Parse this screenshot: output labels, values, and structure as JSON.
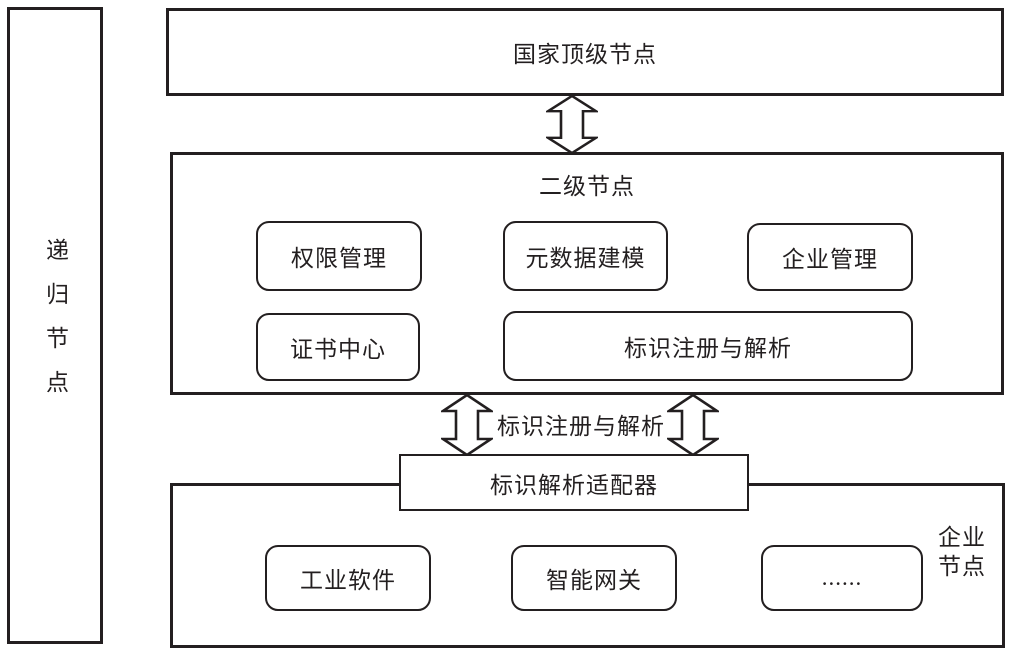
{
  "diagram": {
    "recursive_node": {
      "label": "递归节点"
    },
    "top_node": {
      "label": "国家顶级节点"
    },
    "secondary_node": {
      "title": "二级节点",
      "modules": [
        "权限管理",
        "元数据建模",
        "企业管理",
        "证书中心",
        "标识注册与解析"
      ]
    },
    "link_label": "标识注册与解析",
    "adapter": {
      "label": "标识解析适配器"
    },
    "enterprise_node": {
      "title": "企业节点",
      "modules": [
        "工业软件",
        "智能网关",
        "......"
      ]
    },
    "colors": {
      "line": "#231f20",
      "background": "#ffffff"
    }
  }
}
